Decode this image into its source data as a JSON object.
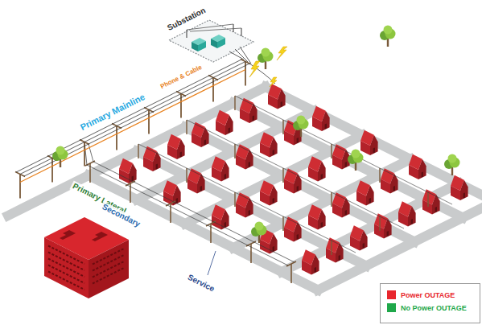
{
  "diagram": {
    "labels": [
      "Substation",
      "Phone & Cable",
      "Primary Mainline",
      "Primary Lateral",
      "Secondary",
      "Service"
    ],
    "legend": [
      {
        "text": "Power OUTAGE",
        "color": "#e8262d"
      },
      {
        "text": "No Power OUTAGE",
        "color": "#1fa84a"
      }
    ]
  }
}
